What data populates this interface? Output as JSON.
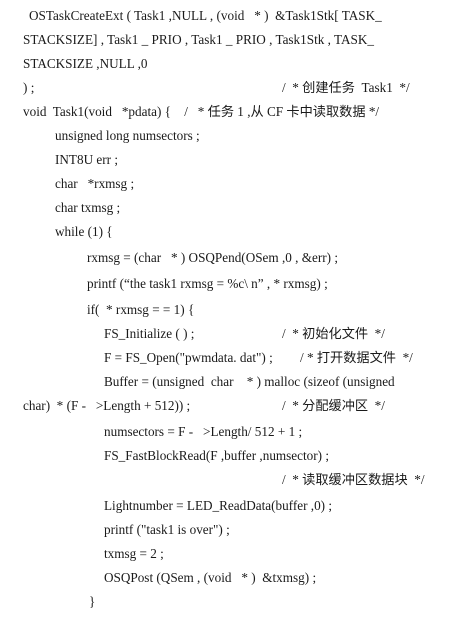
{
  "lines": [
    "OSTaskCreateExt ( Task1 ,NULL , (void   * )  &Task1Stk[ TASK_",
    "STACKSIZE] , Task1 _ PRIO , Task1 _ PRIO , Task1Stk , TASK_",
    "STACKSIZE ,NULL ,0",
    ") ;",
    "/  * 创建任务  Task1  */",
    "void  Task1(void   *pdata) {    /   * 任务 1 ,从 CF 卡中读取数据 */",
    "unsigned long numsectors ;",
    "INT8U err ;",
    "char   *rxmsg ;",
    "char txmsg ;",
    "while (1) {",
    "rxmsg = (char   * ) OSQPend(OSem ,0 , &err) ;",
    "printf (“the task1 rxmsg = %c\\ n” , * rxmsg) ;",
    "if(  * rxmsg = = 1) {",
    "FS_Initialize ( ) ;",
    "/  * 初始化文件  */",
    "F = FS_Open(\"pwmdata. dat\") ;",
    "/ * 打开数据文件  */",
    "Buffer = (unsigned  char    * ) malloc (sizeof (unsigned",
    "char)  * (F -   >Length + 512)) ;",
    "/  * 分配缓冲区  */",
    "numsectors = F -   >Length/ 512 + 1 ;",
    "FS_FastBlockRead(F ,buffer ,numsector) ;",
    "/  * 读取缓冲区数据块  */",
    "Lightnumber = LED_ReadData(buffer ,0) ;",
    "printf (\"task1 is over\") ;",
    "txmsg = 2 ;",
    "OSQPost (QSem , (void   * )  &txmsg) ;",
    "}"
  ]
}
